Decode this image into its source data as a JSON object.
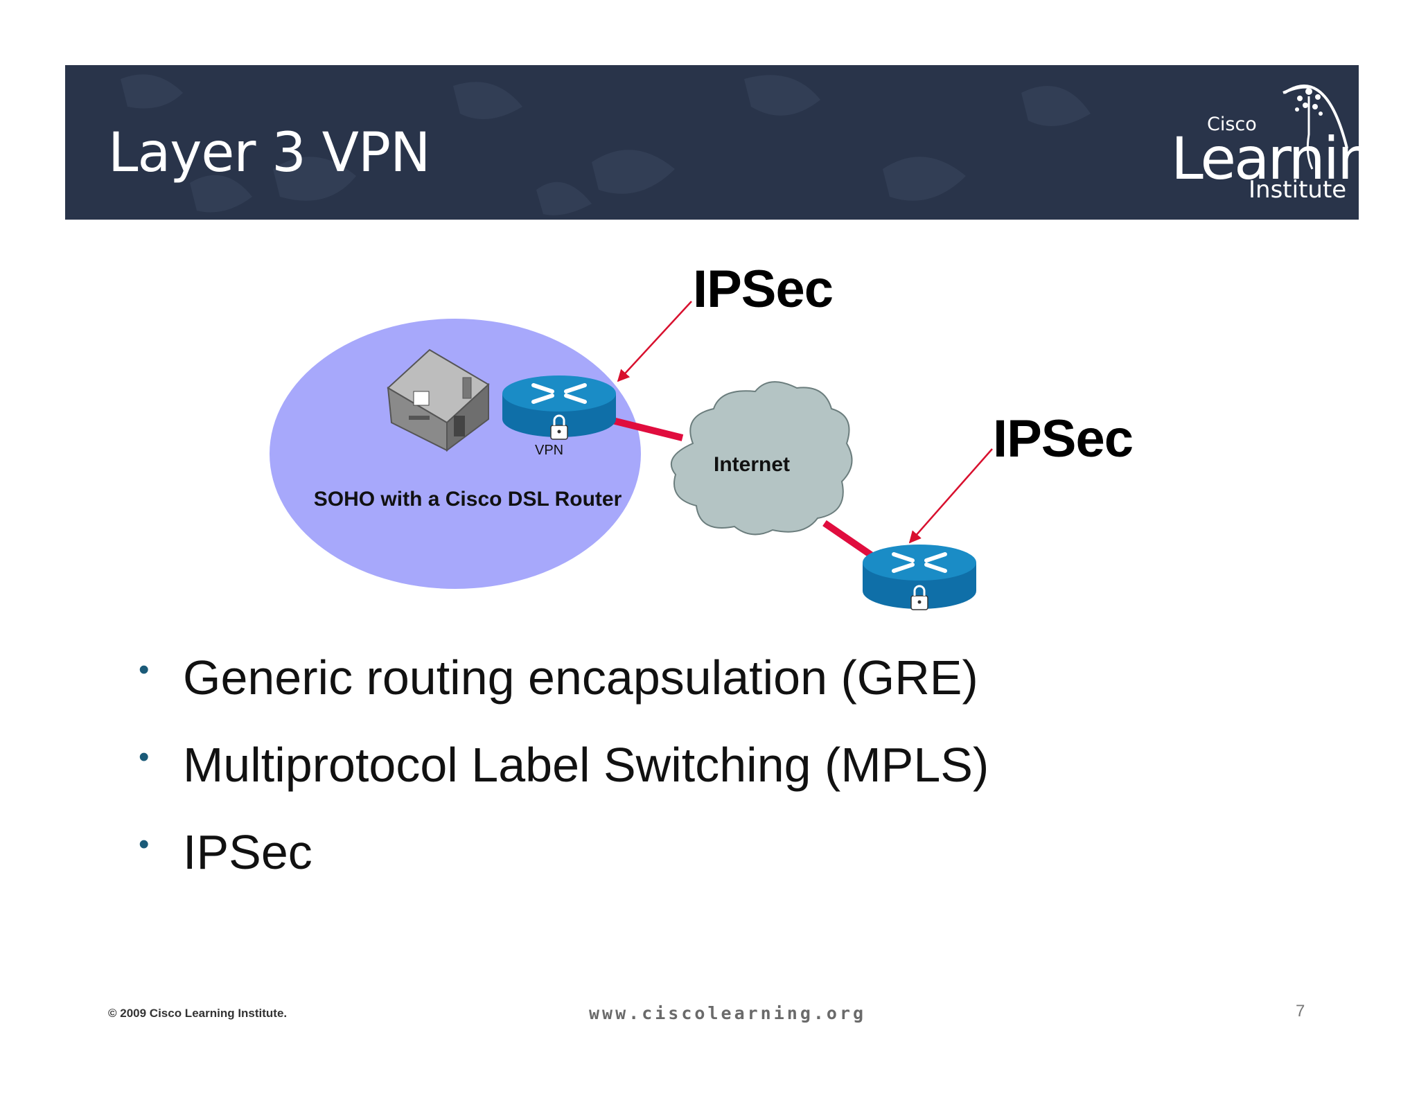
{
  "slide": {
    "title": "Layer 3 VPN",
    "logo": {
      "line1": "Cisco",
      "line2": "Learning",
      "line3": "Institute"
    }
  },
  "diagram": {
    "ipsec_top": "IPSec",
    "ipsec_right": "IPSec",
    "soho_label": "SOHO with a Cisco DSL Router",
    "internet_label": "Internet",
    "vpn_label": "VPN",
    "colors": {
      "soho_zone": "#a7a8fb",
      "cloud": "#b4c4c4",
      "router": "#1a8cc6",
      "link": "#e00d3e",
      "pointer": "#d8102e"
    }
  },
  "bullets": [
    "Generic routing encapsulation (GRE)",
    "Multiprotocol Label Switching (MPLS)",
    "IPSec"
  ],
  "footer": {
    "copyright": "© 2009 Cisco Learning Institute.",
    "url": "www.ciscolearning.org",
    "page": "7"
  }
}
